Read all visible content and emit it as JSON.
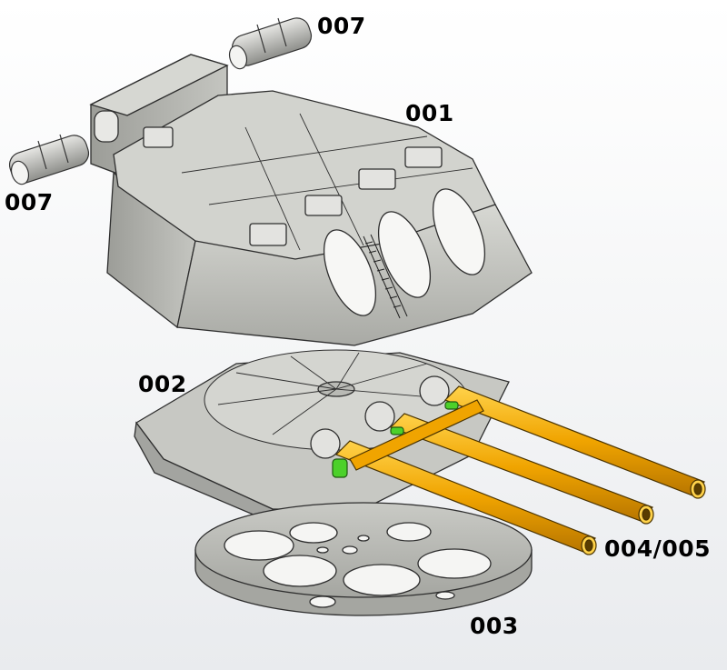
{
  "labels": {
    "part_007_top": "007",
    "part_007_left": "007",
    "part_001": "001",
    "part_002": "002",
    "part_004_005": "004/005",
    "part_003": "003"
  },
  "colors": {
    "hull_gray": "#c8c9c4",
    "barrel_orange": "#f0a400",
    "trunnion_green": "#4cd12a",
    "label_black": "#000000"
  }
}
